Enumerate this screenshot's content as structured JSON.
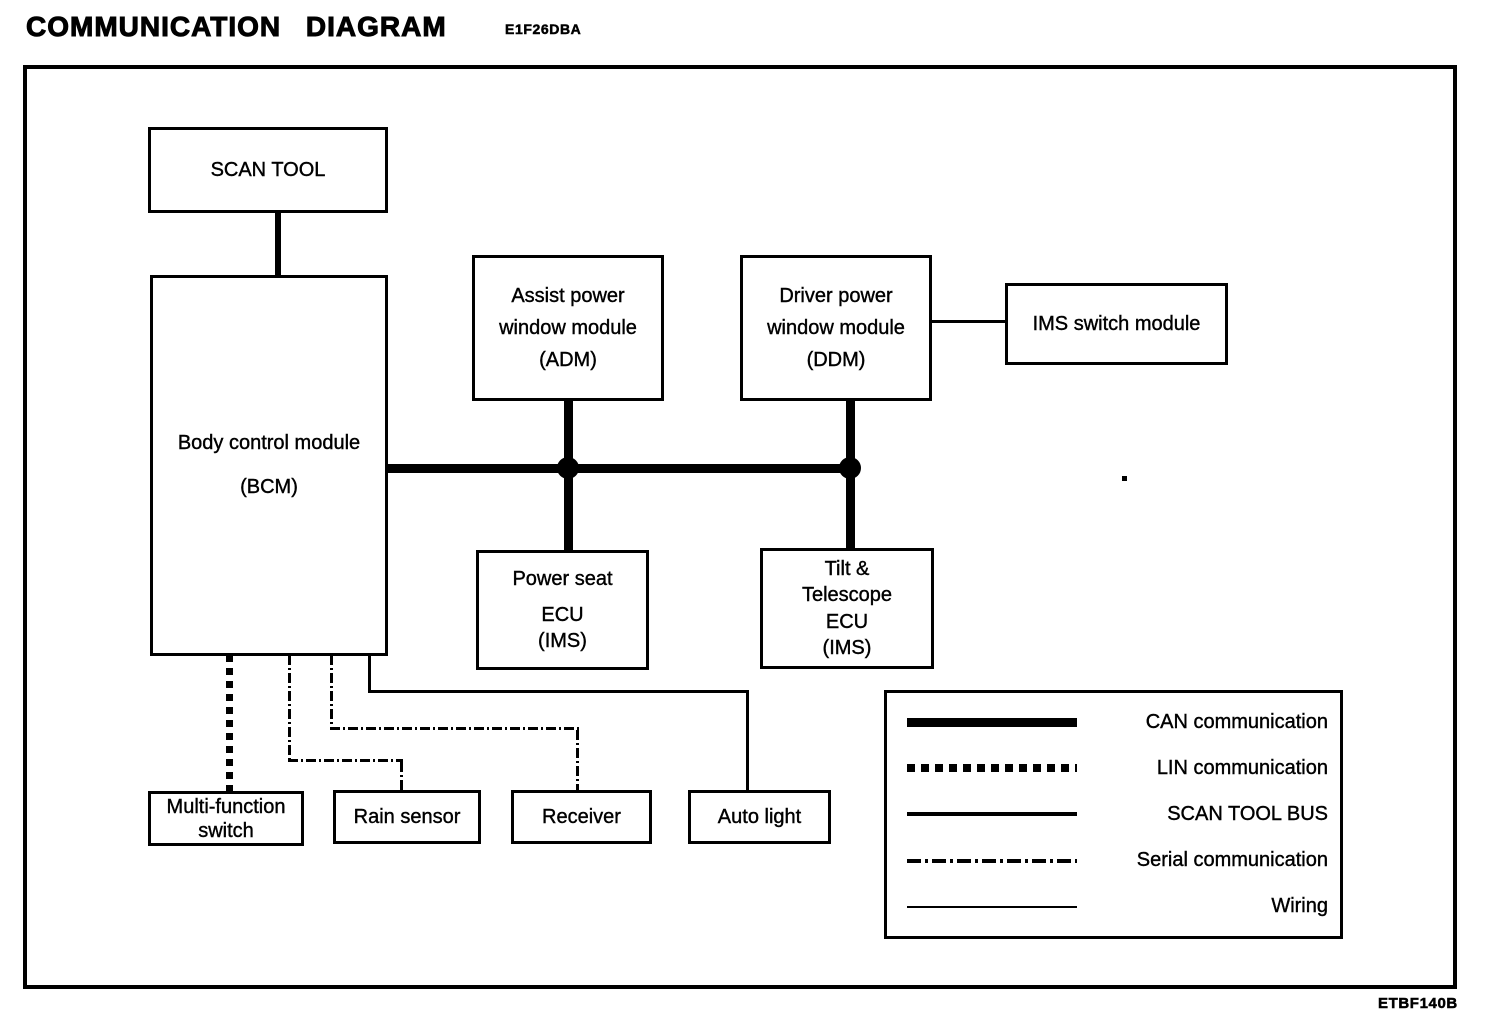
{
  "header": {
    "title": "COMMUNICATION DIAGRAM",
    "code": "E1F26DBA"
  },
  "footer": {
    "code": "ETBF140B"
  },
  "boxes": {
    "scan_tool": {
      "lines": [
        "SCAN TOOL"
      ]
    },
    "bcm": {
      "lines": [
        "Body control module",
        "(BCM)"
      ]
    },
    "adm": {
      "lines": [
        "Assist power",
        "window module",
        "(ADM)"
      ]
    },
    "ddm": {
      "lines": [
        "Driver power",
        "window module",
        "(DDM)"
      ]
    },
    "ims_switch": {
      "lines": [
        "IMS switch module"
      ]
    },
    "power_seat": {
      "lines": [
        "Power seat",
        "ECU",
        "(IMS)"
      ]
    },
    "tilt_telescope": {
      "lines": [
        "Tilt &",
        "Telescope",
        "ECU",
        "(IMS)"
      ]
    },
    "multi_function": {
      "lines": [
        "Multi-function",
        "switch"
      ]
    },
    "rain_sensor": {
      "lines": [
        "Rain sensor"
      ]
    },
    "receiver": {
      "lines": [
        "Receiver"
      ]
    },
    "auto_light": {
      "lines": [
        "Auto light"
      ]
    }
  },
  "legend": {
    "items": [
      {
        "line_style": "can-thick-solid",
        "label": "CAN communication"
      },
      {
        "line_style": "lin-dotted",
        "label": "LIN communication"
      },
      {
        "line_style": "scan-tool-bus-solid",
        "label": "SCAN TOOL BUS"
      },
      {
        "line_style": "serial-dash-dot",
        "label": "Serial communication"
      },
      {
        "line_style": "wiring-thin-solid",
        "label": "Wiring"
      }
    ]
  },
  "colors": {
    "ink": "#000000",
    "background": "#ffffff"
  }
}
